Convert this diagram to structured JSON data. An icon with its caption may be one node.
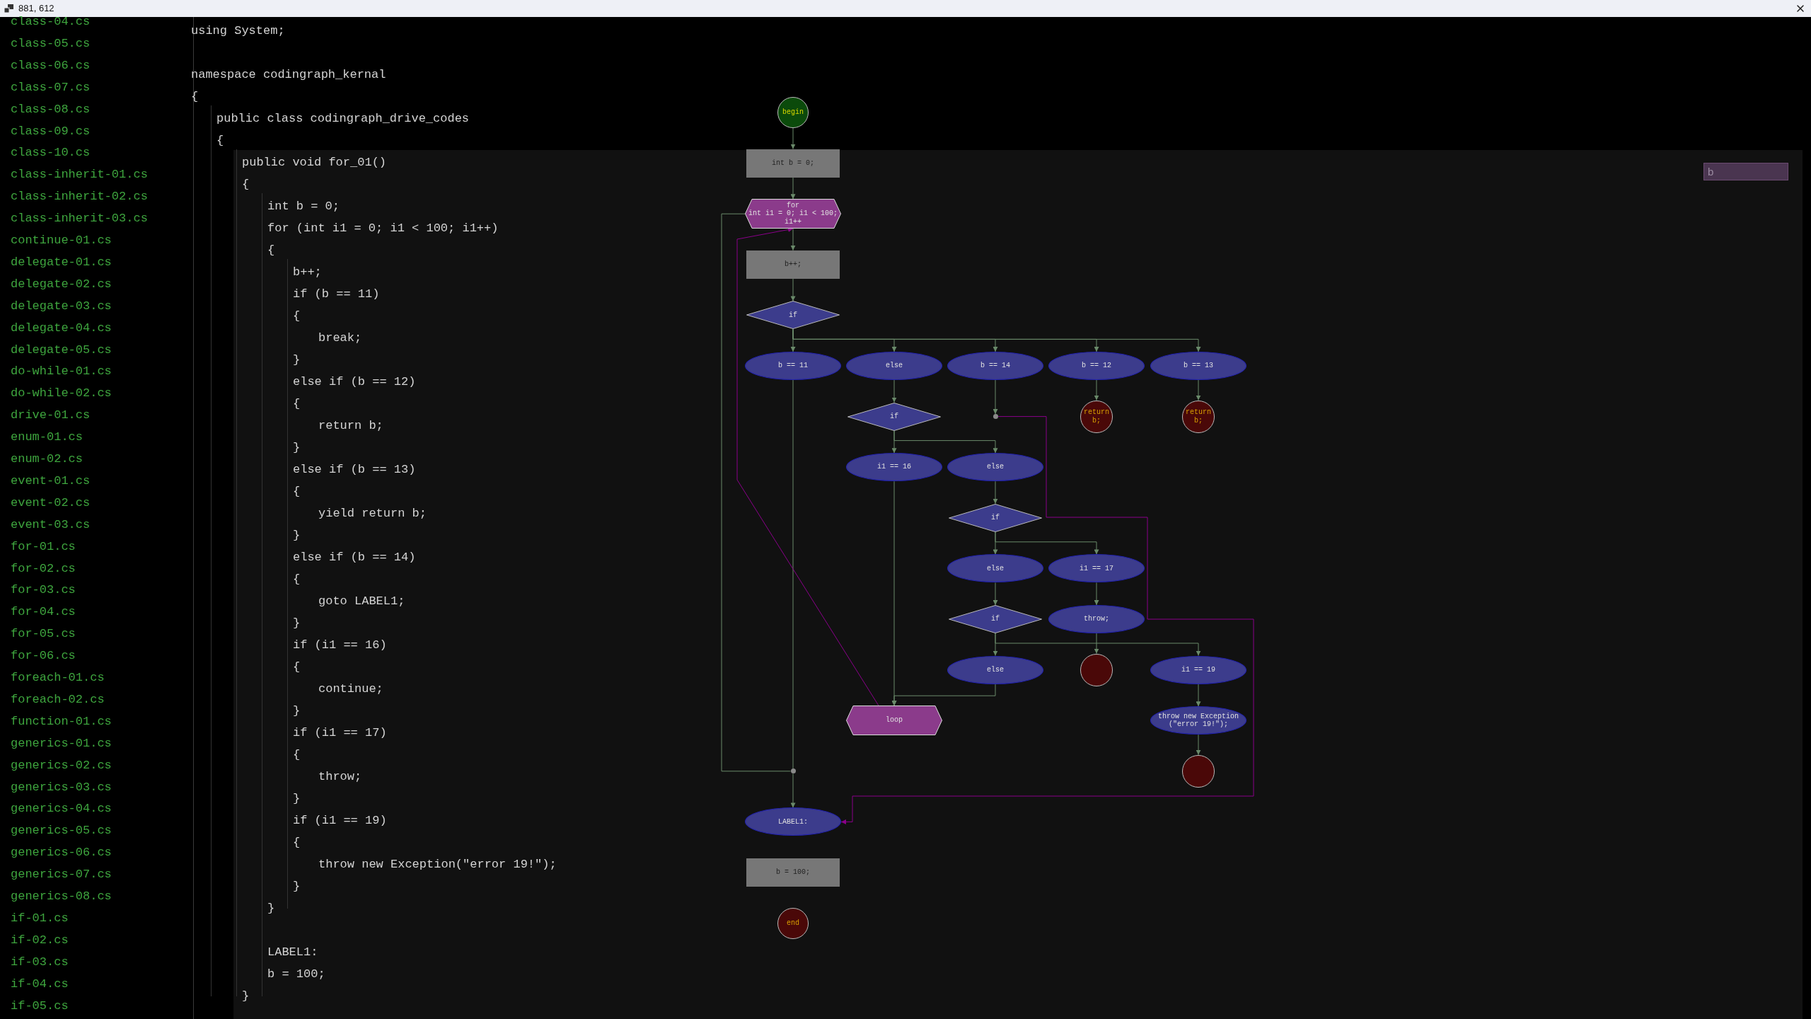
{
  "diagram": {
    "nodes": [
      {
        "text": [
          "begin"
        ]
      },
      {
        "text": [
          "int b = 0;"
        ]
      },
      {
        "text": [
          "for",
          "int i1 = 0; i1 < 100;",
          "i1++"
        ]
      },
      {
        "text": [
          "b++;"
        ]
      },
      {
        "text": [
          "if"
        ]
      },
      {
        "text": [
          "b == 11"
        ]
      },
      {
        "text": [
          "else"
        ]
      },
      {
        "text": [
          "b == 14"
        ]
      },
      {
        "text": [
          "b == 12"
        ]
      },
      {
        "text": [
          "b == 13"
        ]
      },
      {
        "text": [
          "if"
        ]
      },
      {
        "text": [],
        "shape": "circle"
      },
      {
        "text": [
          "return b;"
        ]
      },
      {
        "text": [
          "return b;"
        ]
      },
      {
        "text": [
          "i1 == 16"
        ]
      },
      {
        "text": [
          "else"
        ]
      },
      {
        "text": [
          "if"
        ]
      },
      {
        "text": [
          "else"
        ]
      },
      {
        "text": [
          "i1 == 17"
        ]
      },
      {
        "text": [
          "if"
        ]
      },
      {
        "text": [
          "throw;"
        ]
      },
      {
        "text": [
          "else"
        ]
      },
      {
        "text": [],
        "shape": "circle"
      },
      {
        "text": [
          "i1 == 19"
        ]
      },
      {
        "text": [
          "loop"
        ]
      },
      {
        "text": [
          "throw new Exception (\"error 19!\");"
        ]
      },
      {
        "text": [],
        "shape": "circle"
      },
      {
        "text": [],
        "shape": "circle"
      },
      {
        "text": [
          "LABEL1:"
        ]
      },
      {
        "text": [
          "b = 100;"
        ]
      },
      {
        "text": [
          "end"
        ]
      }
    ],
    "edges": [
      {
        "from": 0,
        "to": 1,
        "arrow": "to"
      },
      {
        "from": 1,
        "to": 2,
        "arrow": "to"
      },
      {
        "from": 2,
        "to": 3,
        "arrow": "to"
      },
      {
        "from": 3,
        "to": 4,
        "arrow": "to"
      },
      {
        "from": 4,
        "to": 5,
        "arrow": "to"
      },
      {
        "from": 4,
        "to": 6,
        "arrow": "to"
      },
      {
        "from": 4,
        "to": 7,
        "arrow": "to"
      },
      {
        "from": 4,
        "to": 8,
        "arrow": "to"
      },
      {
        "from": 4,
        "to": 9,
        "arrow": "to"
      },
      {
        "from": 6,
        "to": 10,
        "arrow": "to"
      },
      {
        "from": 7,
        "to": 11,
        "arrow": "to"
      },
      {
        "from": 8,
        "to": 12,
        "arrow": "to"
      },
      {
        "from": 9,
        "to": 13,
        "arrow": "to"
      },
      {
        "from": 10,
        "to": 14,
        "arrow": "to"
      },
      {
        "from": 10,
        "to": 15,
        "arrow": "to"
      },
      {
        "from": 15,
        "to": 16,
        "arrow": "to"
      },
      {
        "from": 16,
        "to": 17,
        "arrow": "to"
      },
      {
        "from": 16,
        "to": 18,
        "arrow": "to"
      },
      {
        "from": 17,
        "to": 19,
        "arrow": "to"
      },
      {
        "from": 18,
        "to": 20,
        "arrow": "to"
      },
      {
        "from": 19,
        "to": 21,
        "arrow": "to"
      },
      {
        "from": 19,
        "to": 23,
        "arrow": "to"
      },
      {
        "from": 20,
        "to": 22,
        "arrow": "to"
      },
      {
        "from": 23,
        "to": 25,
        "arrow": "to"
      },
      {
        "from": 25,
        "to": 26,
        "arrow": "to"
      },
      {
        "from": 14,
        "to": 24,
        "arrow": "to"
      },
      {
        "from": 21,
        "to": 24,
        "arrow": "to"
      },
      {
        "from": 5,
        "to": 27,
        "arrow": "none"
      },
      {
        "from": 2,
        "to": 27,
        "arrow": "none"
      },
      {
        "from": 27,
        "to": 28,
        "arrow": "to"
      },
      {
        "from": 24,
        "to": 2,
        "arrow": "to",
        "color": "#8b008b"
      },
      {
        "from": 11,
        "to": 28,
        "arrow": "to",
        "color": "#8b008b"
      }
    ],
    "labels": [
      "881, 612",
      "class-04.cs",
      "class-05.cs",
      "class-06.cs",
      "class-07.cs",
      "class-08.cs",
      "class-09.cs",
      "class-10.cs",
      "class-inherit-01.cs",
      "class-inherit-02.cs",
      "class-inherit-03.cs",
      "continue-01.cs",
      "delegate-01.cs",
      "delegate-02.cs",
      "delegate-03.cs",
      "delegate-04.cs",
      "delegate-05.cs",
      "do-while-01.cs",
      "do-while-02.cs",
      "drive-01.cs",
      "enum-01.cs",
      "enum-02.cs",
      "event-01.cs",
      "event-02.cs",
      "event-03.cs",
      "for-01.cs",
      "for-02.cs",
      "for-03.cs",
      "for-04.cs",
      "for-05.cs",
      "for-06.cs",
      "foreach-01.cs",
      "foreach-02.cs",
      "function-01.cs",
      "generics-01.cs",
      "generics-02.cs",
      "generics-03.cs",
      "generics-04.cs",
      "generics-05.cs",
      "generics-06.cs",
      "generics-07.cs",
      "generics-08.cs",
      "if-01.cs",
      "if-02.cs",
      "if-03.cs",
      "if-04.cs",
      "if-05.cs",
      "using System;",
      "namespace codingraph_kernal",
      "{",
      "public class codingraph_drive_codes",
      "{",
      "public void for_01()",
      "{",
      "int b = 0;",
      "for (int i1 = 0; i1 < 100; i1++)",
      "{",
      "b++;",
      "if (b == 11)",
      "{",
      "break;",
      "}",
      "else if (b == 12)",
      "{",
      "return b;",
      "}",
      "else if (b == 13)",
      "{",
      "yield return b;",
      "}",
      "else if (b == 14)",
      "{",
      "goto LABEL1;",
      "}",
      "if (i1 == 16)",
      "{",
      "continue;",
      "}",
      "if (i1 == 17)",
      "{",
      "throw;",
      "}",
      "if (i1 == 19)",
      "{",
      "throw new Exception(\"error 19!\");",
      "}",
      "}",
      "LABEL1:",
      "b = 100;",
      "}",
      "b"
    ]
  }
}
